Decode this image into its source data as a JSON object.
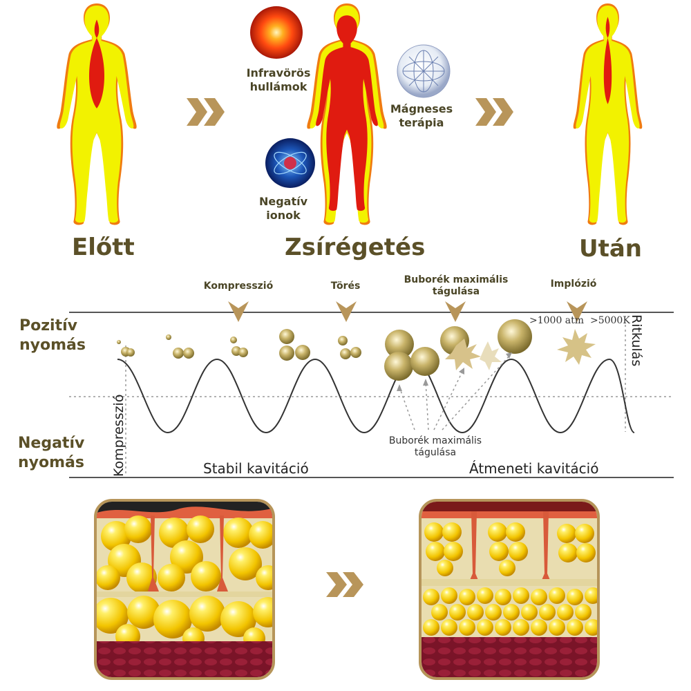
{
  "stages": {
    "before": "Előtt",
    "middle": "Zsírégetés",
    "after": "Után"
  },
  "therapies": {
    "infrared": "Infravörös\nhullámok",
    "magnetic": "Mágneses\nterápia",
    "negative_ions": "Negatív\nionok"
  },
  "wave": {
    "positive": "Pozitív\nnyomás",
    "negative": "Negatív\nnyomás",
    "compression_vertical": "Kompresszió",
    "rarefaction_vertical": "Ritkulás",
    "labels": {
      "compression": "Kompresszió",
      "break": "Törés",
      "bubble_max_top": "Buborék maximális\ntágulása",
      "implosion": "Implózió",
      "bubble_max_bottom": "Buborék maximális\ntágulása"
    },
    "extreme": ">1000 atm  >5000K",
    "stable": "Stabil kavitáció",
    "transient": "Átmeneti kavitáció"
  },
  "colors": {
    "title": "#5b5028",
    "gold": "#b6955a",
    "body_red": "#e01b10",
    "body_yellow": "#f2f200",
    "body_orange": "#f07b10"
  }
}
